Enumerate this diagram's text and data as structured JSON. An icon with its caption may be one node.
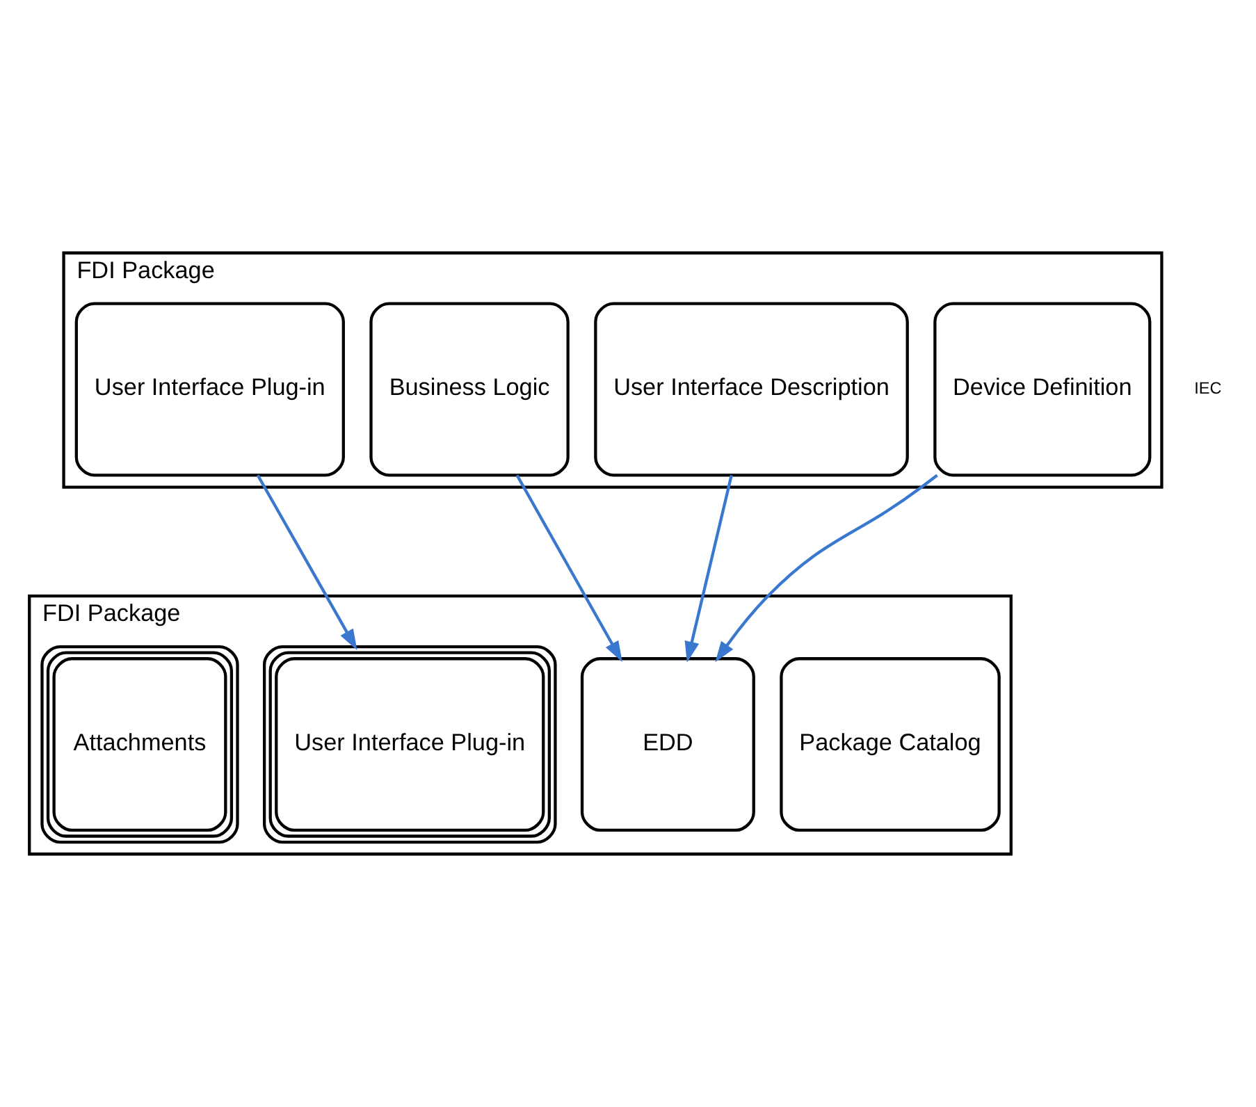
{
  "diagram": {
    "nodes": [
      {
        "text": [
          "FDI Package"
        ]
      },
      {
        "text": [
          "Device Definition"
        ],
        "in": 0
      },
      {
        "text": [
          "User Interface Description"
        ],
        "in": 0
      },
      {
        "text": [
          "Business Logic"
        ],
        "in": 0
      },
      {
        "text": [
          "User Interface Plug-in"
        ],
        "in": 0
      },
      {
        "text": [
          "FDI Package"
        ]
      },
      {
        "text": [
          "Package Catalog"
        ],
        "in": 5
      },
      {
        "text": [
          "EDD"
        ],
        "in": 5
      },
      {
        "text": [
          "User Interface Plug-in"
        ],
        "in": 5
      },
      {
        "text": [
          "Attachments"
        ],
        "in": 5
      }
    ],
    "edges": [
      {
        "from": 1,
        "to": 7,
        "arrow": "to"
      },
      {
        "from": 2,
        "to": 7,
        "arrow": "to"
      },
      {
        "from": 3,
        "to": 7,
        "arrow": "to"
      },
      {
        "from": 4,
        "to": 8,
        "arrow": "to"
      }
    ],
    "labels": [
      "IEC"
    ]
  }
}
